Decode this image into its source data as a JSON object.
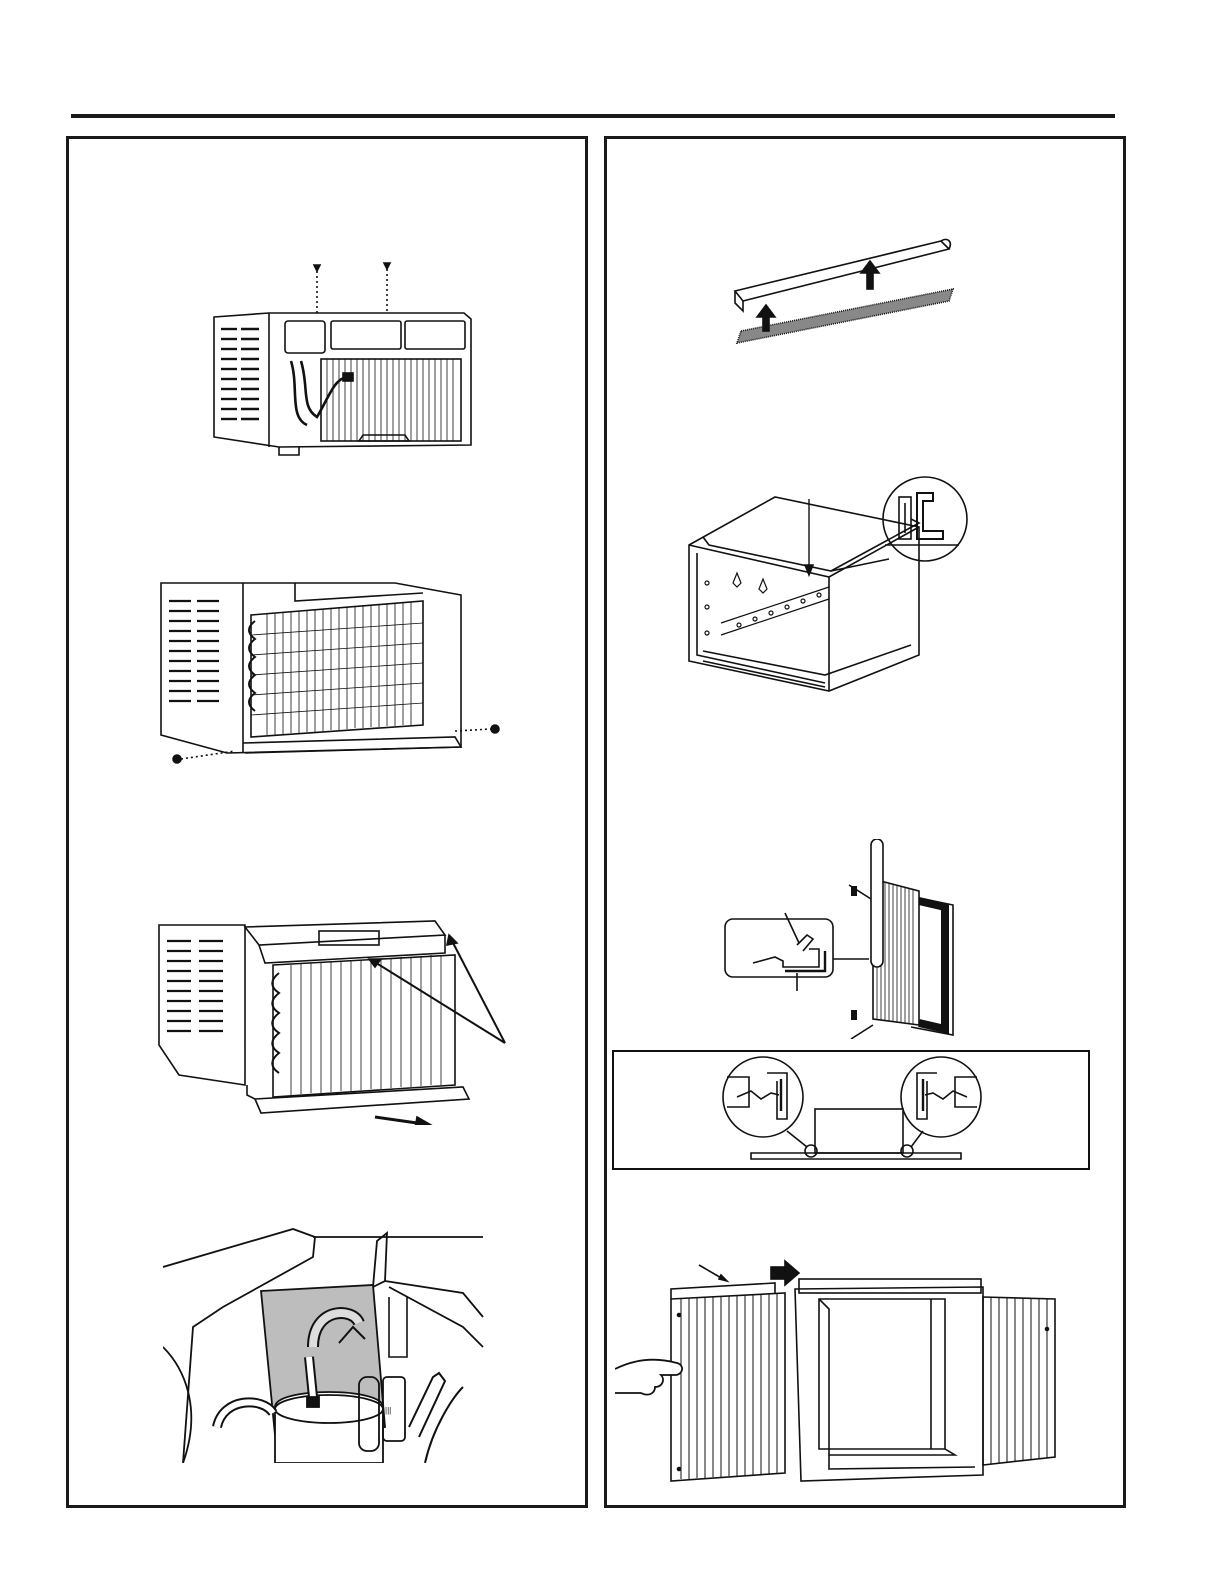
{
  "page": {
    "header_text": "",
    "footer_text": ""
  },
  "panels": {
    "left": {
      "figures": [
        {
          "id": "fig-remove-top-screws",
          "icon": "air-conditioner-top-screws"
        },
        {
          "id": "fig-remove-side-screws",
          "icon": "chassis-side-screws"
        },
        {
          "id": "fig-slide-chassis-out",
          "icon": "chassis-slide-arrow"
        },
        {
          "id": "fig-compressor-closeup",
          "icon": "compressor-packing"
        }
      ]
    },
    "right": {
      "figures": [
        {
          "id": "fig-top-rail-foam",
          "icon": "rail-foam-strip"
        },
        {
          "id": "fig-cabinet-rail",
          "icon": "cabinet-top-rail"
        },
        {
          "id": "fig-side-panel-insert",
          "icon": "accordion-panel-insert"
        },
        {
          "id": "fig-panel-detail",
          "icon": "panel-joint-detail"
        },
        {
          "id": "fig-extend-panels",
          "icon": "extend-side-panels"
        }
      ]
    }
  }
}
